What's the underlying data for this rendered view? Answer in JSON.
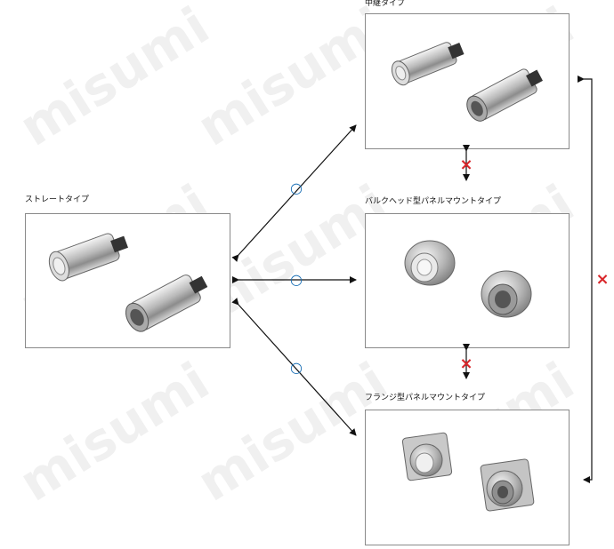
{
  "watermark": "misumi",
  "types": {
    "straight": "ストレートタイプ",
    "inline": "中継タイプ",
    "bulkhead": "バルクヘッド型パネルマウントタイプ",
    "flange": "フランジ型パネルマウントタイプ"
  },
  "marks": {
    "compatible": "○",
    "incompatible": "×"
  },
  "colors": {
    "compatible": "#1a6fb5",
    "incompatible": "#d9262a",
    "arrow": "#111111",
    "box_border": "#8a8a8a"
  },
  "icons": [
    "connector-female-icon",
    "connector-male-icon",
    "bulkhead-receptacle-icon",
    "flange-receptacle-icon"
  ]
}
